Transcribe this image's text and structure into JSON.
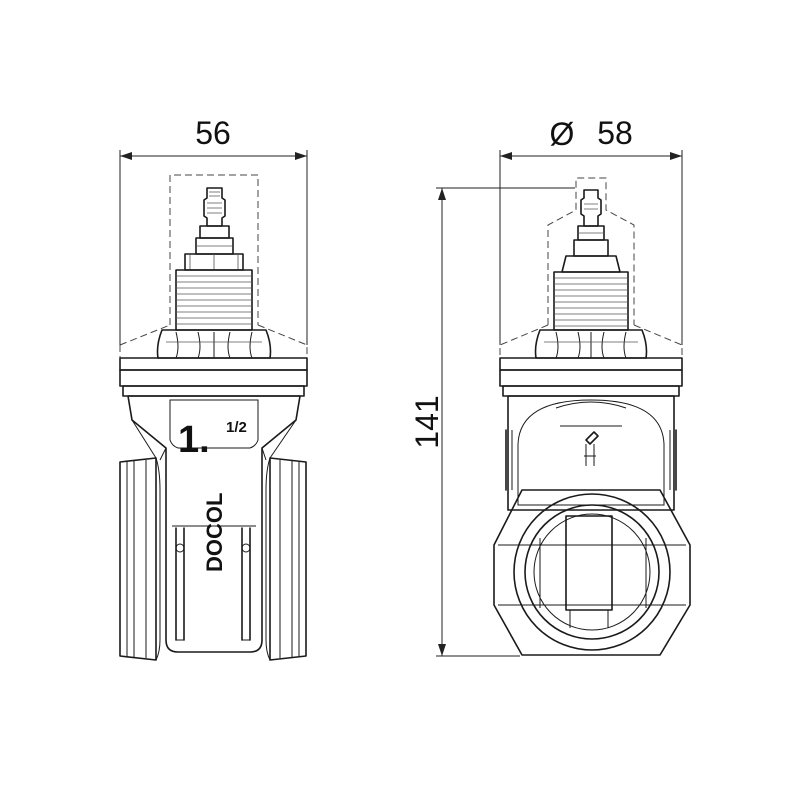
{
  "dimensions": {
    "width": "56",
    "diameter_symbol": "Ø",
    "diameter": "58",
    "height": "141"
  },
  "valve_marking": {
    "size_whole": "1.",
    "size_fraction": "1/2",
    "brand": "DOCOL"
  }
}
